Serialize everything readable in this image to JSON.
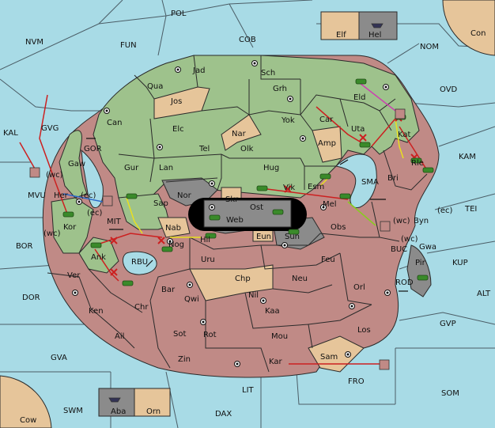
{
  "sea_labels": [
    {
      "id": "pol",
      "text": "POL"
    },
    {
      "id": "nvm",
      "text": "NVM"
    },
    {
      "id": "fun",
      "text": "FUN"
    },
    {
      "id": "cob",
      "text": "COB"
    },
    {
      "id": "nom",
      "text": "NOM"
    },
    {
      "id": "ovd",
      "text": "OVD"
    },
    {
      "id": "kal",
      "text": "KAL"
    },
    {
      "id": "gvg",
      "text": "GVG"
    },
    {
      "id": "gor",
      "text": "GOR"
    },
    {
      "id": "mvu",
      "text": "MVU"
    },
    {
      "id": "kam",
      "text": "KAM"
    },
    {
      "id": "tei",
      "text": "TEI"
    },
    {
      "id": "sma",
      "text": "SMA"
    },
    {
      "id": "mit",
      "text": "MIT"
    },
    {
      "id": "bor",
      "text": "BOR"
    },
    {
      "id": "rbu",
      "text": "RBU"
    },
    {
      "id": "buc",
      "text": "BUC"
    },
    {
      "id": "kup",
      "text": "KUP"
    },
    {
      "id": "dor",
      "text": "DOR"
    },
    {
      "id": "alt",
      "text": "ALT"
    },
    {
      "id": "rod",
      "text": "ROD"
    },
    {
      "id": "gvp",
      "text": "GVP"
    },
    {
      "id": "gva",
      "text": "GVA"
    },
    {
      "id": "fro",
      "text": "FRO"
    },
    {
      "id": "som",
      "text": "SOM"
    },
    {
      "id": "lit",
      "text": "LIT"
    },
    {
      "id": "swm",
      "text": "SWM"
    },
    {
      "id": "dax",
      "text": "DAX"
    }
  ],
  "land_labels": [
    {
      "id": "jad",
      "text": "Jad"
    },
    {
      "id": "sch",
      "text": "Sch"
    },
    {
      "id": "qua",
      "text": "Qua"
    },
    {
      "id": "jos",
      "text": "Jos"
    },
    {
      "id": "grh",
      "text": "Grh"
    },
    {
      "id": "eld",
      "text": "Eld"
    },
    {
      "id": "can",
      "text": "Can"
    },
    {
      "id": "yok",
      "text": "Yok"
    },
    {
      "id": "car",
      "text": "Car"
    },
    {
      "id": "uta",
      "text": "Uta"
    },
    {
      "id": "kat",
      "text": "Kat"
    },
    {
      "id": "elc",
      "text": "Elc"
    },
    {
      "id": "nar",
      "text": "Nar"
    },
    {
      "id": "tel",
      "text": "Tel"
    },
    {
      "id": "olk",
      "text": "Olk"
    },
    {
      "id": "amp",
      "text": "Amp"
    },
    {
      "id": "rle",
      "text": "Rle"
    },
    {
      "id": "gaw",
      "text": "Gaw"
    },
    {
      "id": "gur",
      "text": "Gur"
    },
    {
      "id": "lan",
      "text": "Lan"
    },
    {
      "id": "hug",
      "text": "Hug"
    },
    {
      "id": "bri",
      "text": "Bri"
    },
    {
      "id": "esm",
      "text": "Esm"
    },
    {
      "id": "nor",
      "text": "Nor"
    },
    {
      "id": "skr",
      "text": "Skr"
    },
    {
      "id": "vik",
      "text": "Vik"
    },
    {
      "id": "her",
      "text": "Her"
    },
    {
      "id": "sap",
      "text": "Sap"
    },
    {
      "id": "ost",
      "text": "Ost"
    },
    {
      "id": "mel",
      "text": "Mel"
    },
    {
      "id": "web",
      "text": "Web"
    },
    {
      "id": "byn",
      "text": "Byn"
    },
    {
      "id": "kor",
      "text": "Kor"
    },
    {
      "id": "nab",
      "text": "Nab"
    },
    {
      "id": "obs",
      "text": "Obs"
    },
    {
      "id": "gwa",
      "text": "Gwa"
    },
    {
      "id": "eun",
      "text": "Eun"
    },
    {
      "id": "sun",
      "text": "Sun"
    },
    {
      "id": "hil",
      "text": "Hil"
    },
    {
      "id": "ank",
      "text": "Ank"
    },
    {
      "id": "nog",
      "text": "Nog"
    },
    {
      "id": "uru",
      "text": "Uru"
    },
    {
      "id": "feu",
      "text": "Feu"
    },
    {
      "id": "pir",
      "text": "Pir"
    },
    {
      "id": "ver",
      "text": "Ver"
    },
    {
      "id": "chp",
      "text": "Chp"
    },
    {
      "id": "neu",
      "text": "Neu"
    },
    {
      "id": "orl",
      "text": "Orl"
    },
    {
      "id": "bar",
      "text": "Bar"
    },
    {
      "id": "qwi",
      "text": "Qwi"
    },
    {
      "id": "ken",
      "text": "Ken"
    },
    {
      "id": "nil",
      "text": "Nil"
    },
    {
      "id": "chr",
      "text": "Chr"
    },
    {
      "id": "kaa",
      "text": "Kaa"
    },
    {
      "id": "ail",
      "text": "Ail"
    },
    {
      "id": "sot",
      "text": "Sot"
    },
    {
      "id": "rot",
      "text": "Rot"
    },
    {
      "id": "mou",
      "text": "Mou"
    },
    {
      "id": "los",
      "text": "Los"
    },
    {
      "id": "zin",
      "text": "Zin"
    },
    {
      "id": "sam",
      "text": "Sam"
    },
    {
      "id": "kar",
      "text": "Kar"
    }
  ],
  "corner_labels": [
    {
      "id": "con",
      "text": "Con"
    },
    {
      "id": "cow",
      "text": "Cow"
    }
  ],
  "box_labels": [
    {
      "id": "elf",
      "text": "Elf"
    },
    {
      "id": "hel",
      "text": "Hel"
    },
    {
      "id": "aba",
      "text": "Aba"
    },
    {
      "id": "orn",
      "text": "Orn"
    }
  ],
  "coast_labels": [
    {
      "id": "wc1",
      "text": "(wc)"
    },
    {
      "id": "ec1",
      "text": "(ec)"
    },
    {
      "id": "ec2",
      "text": "(ec)"
    },
    {
      "id": "wc2",
      "text": "(wc)"
    },
    {
      "id": "wc3",
      "text": "(wc)"
    },
    {
      "id": "ec3",
      "text": "(ec)"
    },
    {
      "id": "wc4",
      "text": "(wc)"
    }
  ],
  "colors": {
    "sea": "#a8dbe6",
    "green_power": "#9ec28c",
    "red_power": "#c08a86",
    "neutral": "#e6c59a",
    "impassable": "#8b8b8b",
    "order_move": "#cc2020",
    "order_support": "#e8e020",
    "order_convoy_blue": "#2a6acc",
    "order_convoy_pink": "#cc40b0",
    "army_icon": "#3a8a2a",
    "fleet_icon": "#c08a86"
  }
}
